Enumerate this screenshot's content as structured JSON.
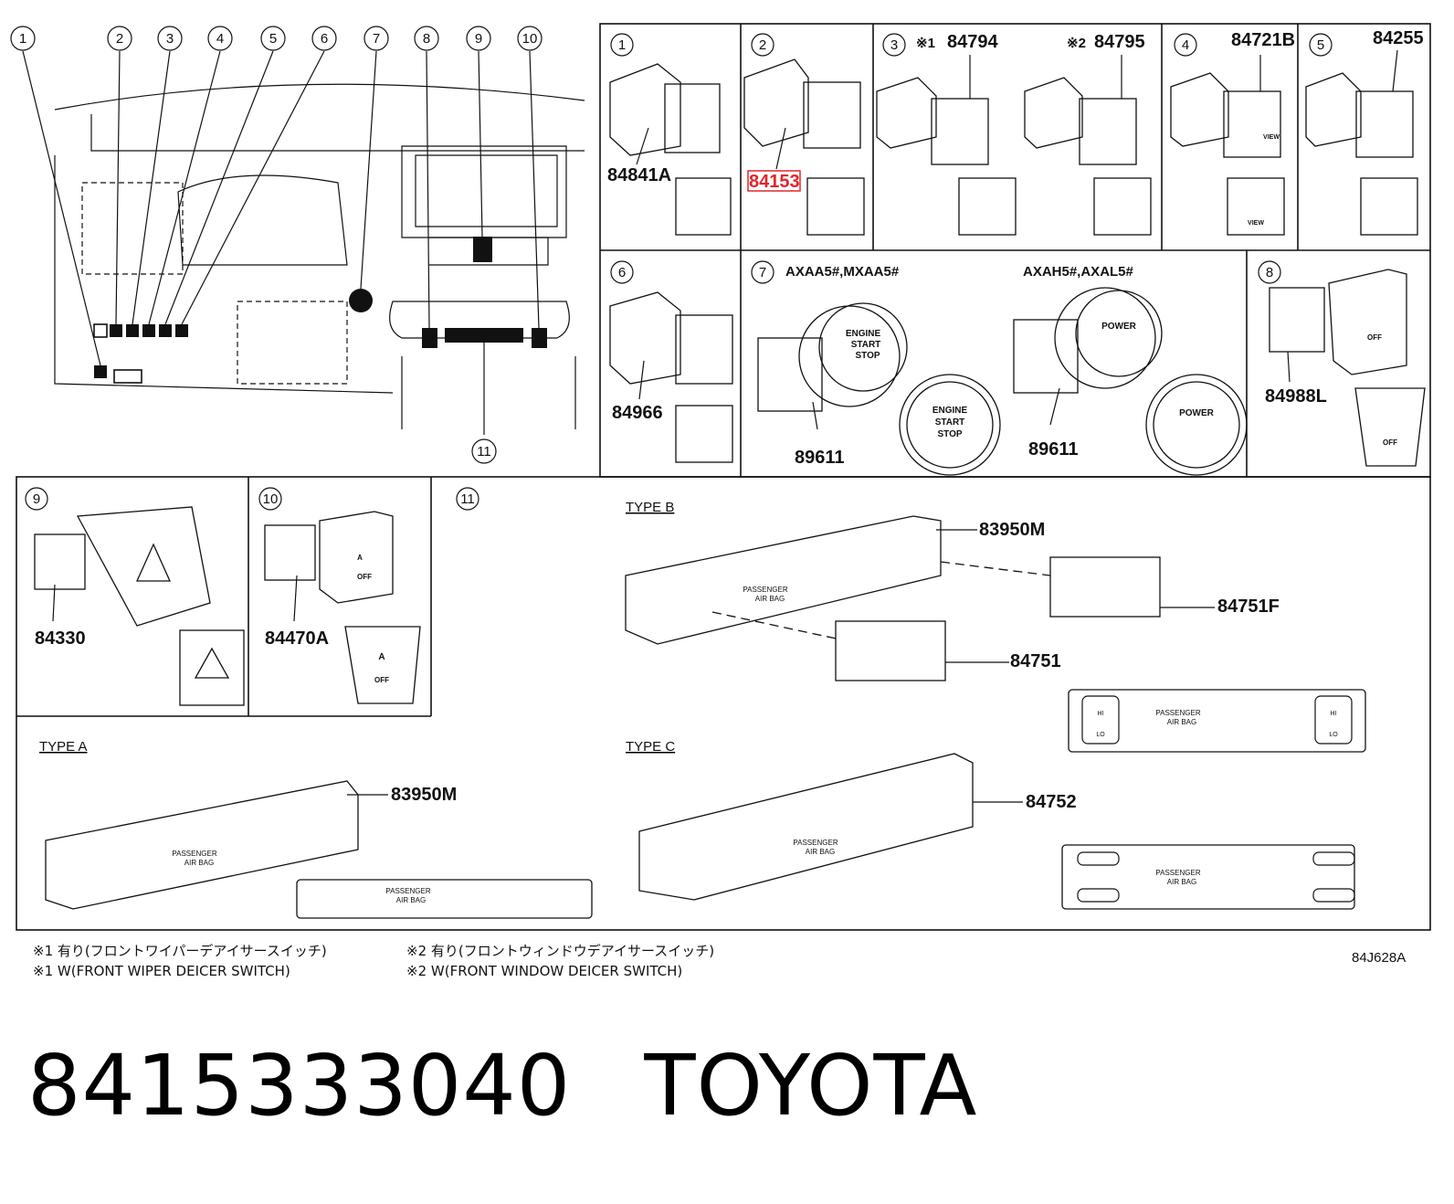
{
  "callouts": [
    "1",
    "2",
    "3",
    "4",
    "5",
    "6",
    "7",
    "8",
    "9",
    "10",
    "11"
  ],
  "parts": {
    "p1": "84841A",
    "p2": "84153",
    "p3a_note": "※1",
    "p3a": "84794",
    "p3b_note": "※2",
    "p3b": "84795",
    "p4": "84721B",
    "p5": "84255",
    "p6": "84966",
    "p7_variant_a": "AXAA5#,MXAA5#",
    "p7_variant_b": "AXAH5#,AXAL5#",
    "p7a": "89611",
    "p7b": "89611",
    "p8": "84988L",
    "p9": "84330",
    "p10": "84470A",
    "typeB_frame": "83950M",
    "typeB_r": "84751F",
    "typeB_l": "84751",
    "typeA_frame": "83950M",
    "typeC_frame": "84752"
  },
  "type_labels": {
    "a": "TYPE A",
    "b": "TYPE B",
    "c": "TYPE C"
  },
  "switch_text": {
    "engine": "ENGINE",
    "start": "START",
    "stop": "STOP",
    "power": "POWER",
    "off": "OFF",
    "a": "A",
    "passenger": "PASSENGER",
    "airbag": "AIR BAG",
    "view": "VIEW",
    "hi": "HI",
    "lo": "LO"
  },
  "notes": {
    "n1_jp": "※1 有り(フロントワイパーデアイサースイッチ)",
    "n2_jp": "※2 有り(フロントウィンドウデアイサースイッチ)",
    "n1_en": "※1 W(FRONT WIPER DEICER SWITCH)",
    "n2_en": "※2 W(FRONT WINDOW DEICER SWITCH)"
  },
  "diagram_code": "84J628A",
  "title": {
    "part_number": "8415333040",
    "brand": "TOYOTA"
  },
  "highlight_color": "#e0262b"
}
